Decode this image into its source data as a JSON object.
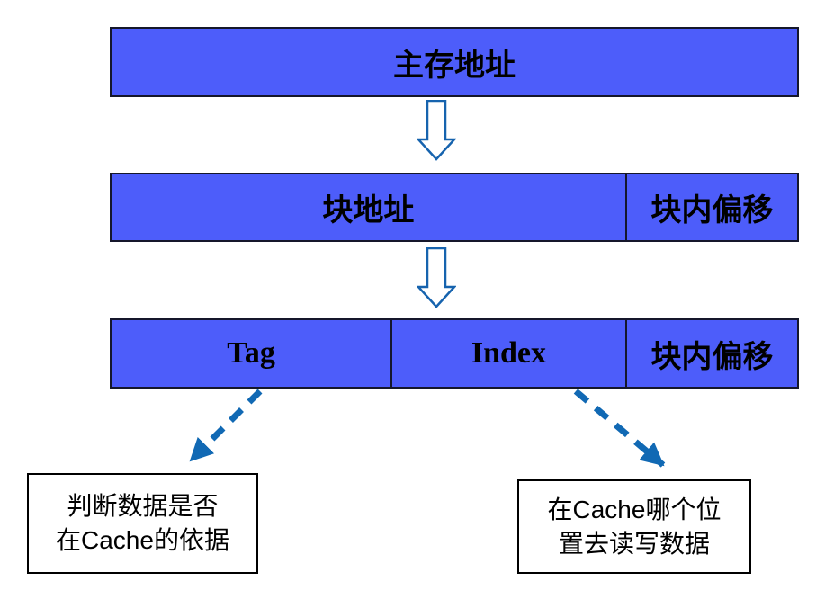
{
  "diagram": {
    "title_meaning": "main memory address to cache fields mapping",
    "bars": [
      {
        "name": "main-memory-address",
        "cells": [
          {
            "label": "主存地址"
          }
        ]
      },
      {
        "name": "block-address-split",
        "cells": [
          {
            "label": "块地址"
          },
          {
            "label": "块内偏移"
          }
        ]
      },
      {
        "name": "cache-fields-split",
        "cells": [
          {
            "label": "Tag"
          },
          {
            "label": "Index"
          },
          {
            "label": "块内偏移"
          }
        ]
      }
    ],
    "notes": [
      {
        "name": "tag-note",
        "lines": [
          "判断数据是否",
          "在Cache的依据"
        ]
      },
      {
        "name": "index-note",
        "lines": [
          "在Cache哪个位",
          "置去读写数据"
        ]
      }
    ],
    "colors": {
      "bar_fill": "#4d5dfa",
      "bar_border": "#15172b",
      "hollow_arrow_outline": "#1663ae",
      "dashed_arrow": "#1169b4",
      "note_border": "#000000",
      "text": "#000000",
      "background": "#ffffff"
    }
  }
}
